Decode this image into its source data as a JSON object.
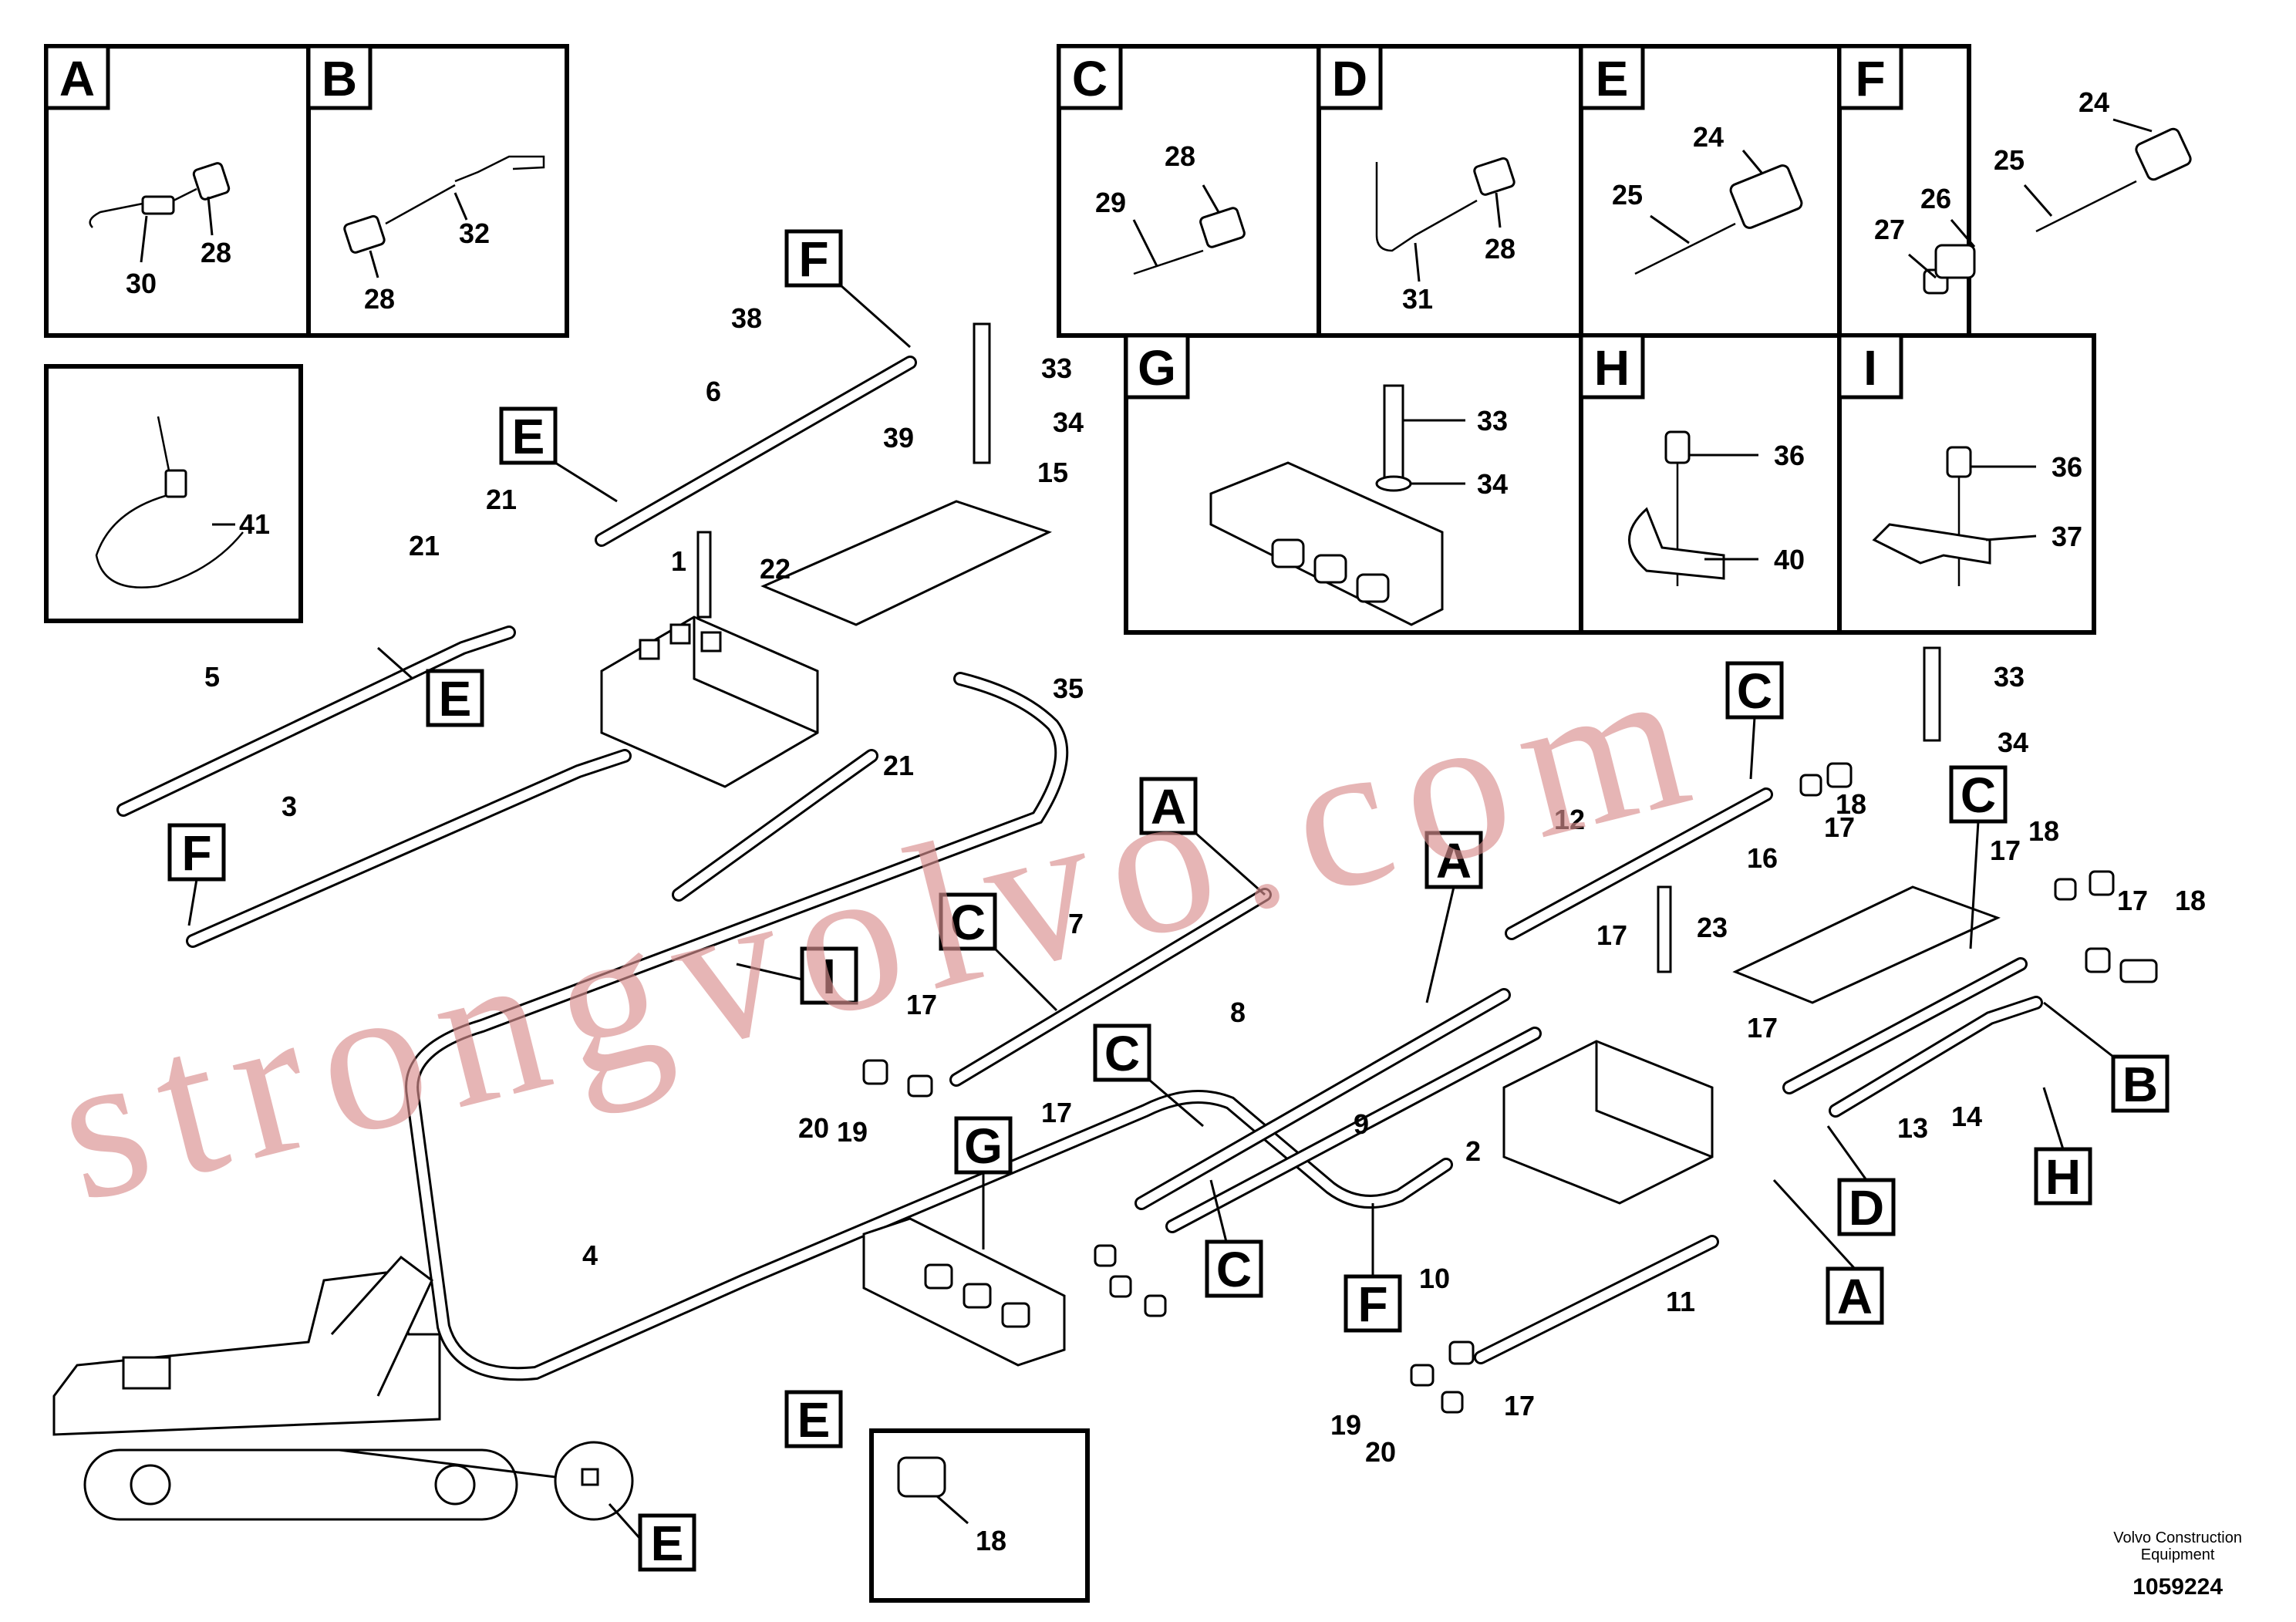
{
  "watermark": "strongvolvo.com",
  "footer": {
    "brand_line1": "Volvo Construction",
    "brand_line2": "Equipment",
    "drawing_number": "1059224"
  },
  "detail_boxes": {
    "A": {
      "letter": "A",
      "parts": [
        "30",
        "28"
      ]
    },
    "B": {
      "letter": "B",
      "parts": [
        "28",
        "32"
      ]
    },
    "C": {
      "letter": "C",
      "parts": [
        "29",
        "28"
      ]
    },
    "D": {
      "letter": "D",
      "parts": [
        "31",
        "28"
      ]
    },
    "E": {
      "letter": "E",
      "parts": [
        "25",
        "24"
      ]
    },
    "F": {
      "letter": "F",
      "parts": [
        "27",
        "26",
        "25",
        "24"
      ]
    },
    "G": {
      "letter": "G",
      "parts": [
        "33",
        "34"
      ]
    },
    "H": {
      "letter": "H",
      "parts": [
        "36",
        "40"
      ]
    },
    "I": {
      "letter": "I",
      "parts": [
        "36",
        "37"
      ]
    },
    "tie": {
      "parts": [
        "41"
      ]
    },
    "fitting": {
      "parts": [
        "18"
      ]
    }
  },
  "callouts": [
    "A",
    "B",
    "C",
    "D",
    "E",
    "F",
    "G",
    "H",
    "I"
  ],
  "parts": [
    "1",
    "2",
    "3",
    "4",
    "5",
    "6",
    "7",
    "8",
    "9",
    "10",
    "11",
    "12",
    "13",
    "14",
    "15",
    "16",
    "17",
    "18",
    "19",
    "20",
    "21",
    "22",
    "23",
    "33",
    "34",
    "35",
    "38",
    "39"
  ]
}
